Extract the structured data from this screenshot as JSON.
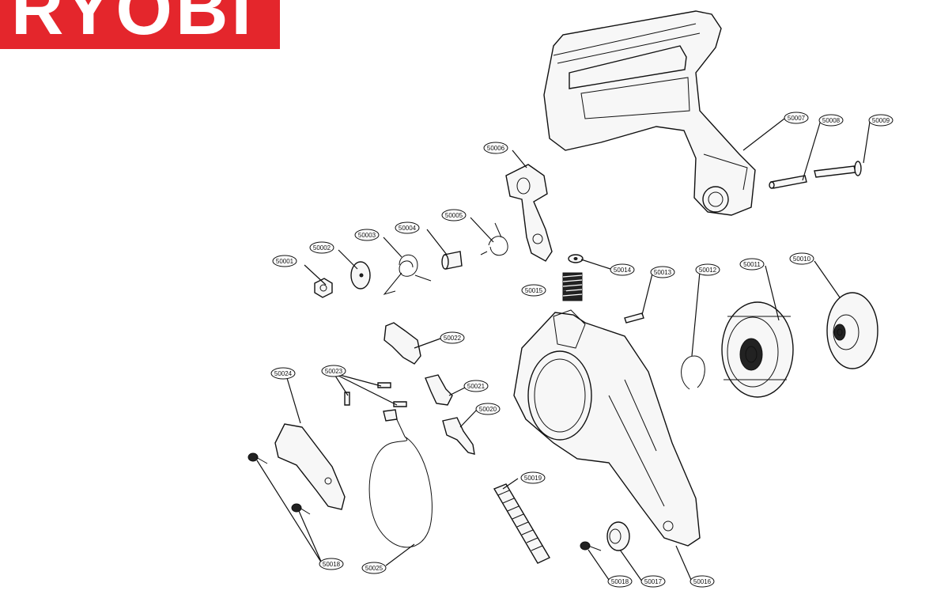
{
  "brand": {
    "logo_text": "RYOBI",
    "color": "#e4262c"
  },
  "callouts": [
    {
      "id": "50001"
    },
    {
      "id": "50002"
    },
    {
      "id": "50003"
    },
    {
      "id": "50004"
    },
    {
      "id": "50005"
    },
    {
      "id": "50006"
    },
    {
      "id": "50007"
    },
    {
      "id": "50008"
    },
    {
      "id": "50009"
    },
    {
      "id": "50010"
    },
    {
      "id": "50011"
    },
    {
      "id": "50012"
    },
    {
      "id": "50013"
    },
    {
      "id": "50014"
    },
    {
      "id": "50015"
    },
    {
      "id": "50016"
    },
    {
      "id": "50017"
    },
    {
      "id": "50018"
    },
    {
      "id": "50019"
    },
    {
      "id": "50020"
    },
    {
      "id": "50021"
    },
    {
      "id": "50022"
    },
    {
      "id": "50023"
    },
    {
      "id": "50024"
    },
    {
      "id": "50025"
    },
    {
      "id": "50018"
    }
  ]
}
